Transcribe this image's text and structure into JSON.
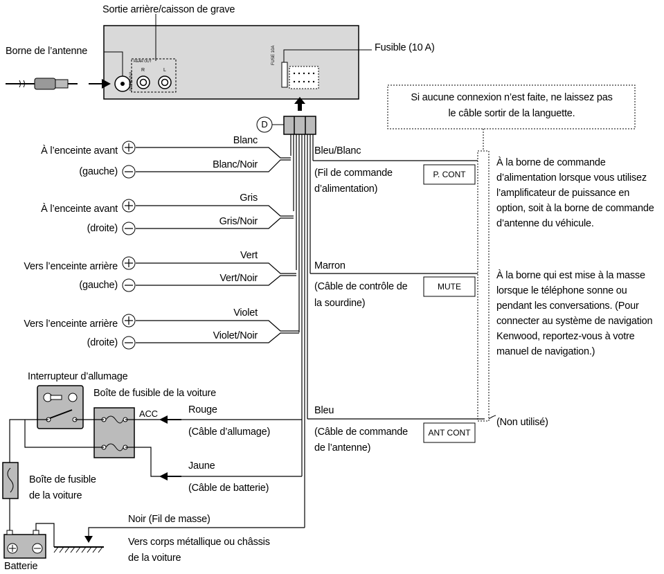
{
  "labels": {
    "rear_out": "Sortie arrière/caisson de grave",
    "antenna_terminal": "Borne de l’antenne",
    "fuse": "Fusible (10 A)",
    "note_line1": "Si aucune connexion n’est faite, ne laissez pas",
    "note_line2": "le câble sortir de la languette.",
    "connector_id": "D",
    "unit_fuse_text": "FUSE 10A",
    "unit_ant_text": "ANTENNA",
    "unit_r": "R",
    "unit_l": "L",
    "unit_rear": "REAR OUT"
  },
  "speakers": [
    {
      "line1": "À l’enceinte avant",
      "line2": "(gauche)",
      "pos_wire": "Blanc",
      "neg_wire": "Blanc/Noir"
    },
    {
      "line1": "À l’enceinte avant",
      "line2": "(droite)",
      "pos_wire": "Gris",
      "neg_wire": "Gris/Noir"
    },
    {
      "line1": "Vers l’enceinte arrière",
      "line2": "(gauche)",
      "pos_wire": "Vert",
      "neg_wire": "Vert/Noir"
    },
    {
      "line1": "Vers l’enceinte arrière",
      "line2": "(droite)",
      "pos_wire": "Violet",
      "neg_wire": "Violet/Noir"
    }
  ],
  "right_wires": {
    "pcont": {
      "color": "Bleu/Blanc",
      "desc1": "(Fil de commande",
      "desc2": "d’alimentation)",
      "box": "P. CONT",
      "note": [
        "À la borne de commande",
        "d’alimentation lorsque vous utilisez",
        "l’amplificateur de puissance en",
        "option, soit à la borne de commande",
        "d’antenne du véhicule."
      ]
    },
    "mute": {
      "color": "Marron",
      "desc1": "(Câble de contrôle de",
      "desc2": "la sourdine)",
      "box": "MUTE",
      "note": [
        "À la borne qui est mise à la masse",
        "lorsque le téléphone sonne ou",
        "pendant les conversations. (Pour",
        "connecter au système de navigation",
        "Kenwood, reportez-vous à votre",
        "manuel de navigation.)"
      ]
    },
    "ant": {
      "color": "Bleu",
      "desc1": "(Câble de commande",
      "desc2": "de l’antenne)",
      "box": "ANT CONT",
      "note": "(Non utilisé)"
    }
  },
  "power": {
    "ignition_switch": "Interrupteur d’allumage",
    "fuse_box": "Boîte de fusible de la voiture",
    "acc": "ACC",
    "red": "Rouge",
    "red_desc": "(Câble d’allumage)",
    "yellow": "Jaune",
    "yellow_desc": "(Câble de batterie)",
    "fuse_box2_line1": "Boîte de fusible",
    "fuse_box2_line2": "de la voiture",
    "ground": "Noir (Fil de masse)",
    "ground_desc1": "Vers corps métallique ou châssis",
    "ground_desc2": "de la voiture",
    "battery": "Batterie"
  }
}
